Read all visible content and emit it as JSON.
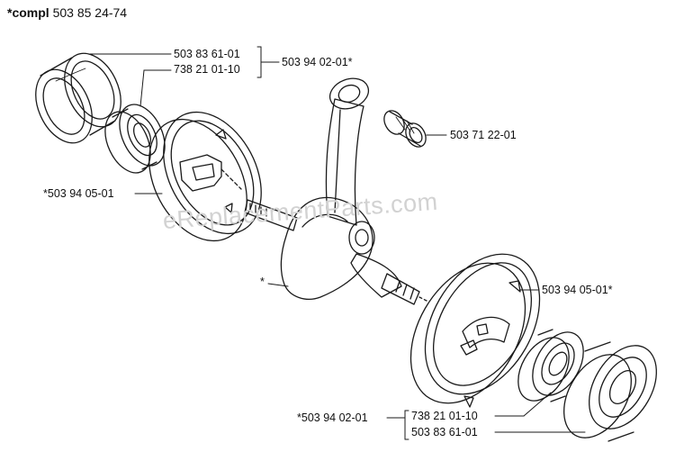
{
  "header": {
    "prefix": "*compl",
    "number": "503 85 24-74"
  },
  "watermark": "eReplacementParts.com",
  "labels": {
    "top_bearing_shell": "503 83 61-01",
    "top_bearing": "738 21 01-10",
    "top_group": "503 94 02-01*",
    "needle_bearing": "503 71 22-01",
    "left_half": "*503 94 05-01",
    "crankshaft": "*",
    "right_half": "503 94 05-01*",
    "bottom_group": "*503 94 02-01",
    "bottom_bearing": "738 21 01-10",
    "bottom_bearing_shell": "503 83 61-01"
  },
  "colors": {
    "line": "#1a1a1a",
    "text": "#111111",
    "watermark": "#d2d2d2"
  }
}
